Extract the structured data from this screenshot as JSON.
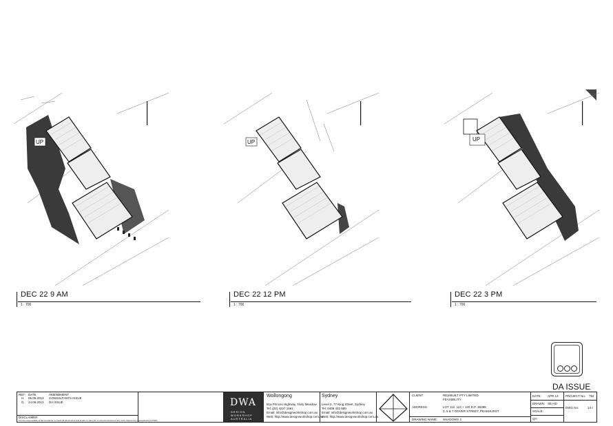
{
  "views": [
    {
      "title": "DEC 22 9 AM",
      "scale": "1 : 700",
      "up_label": "UP"
    },
    {
      "title": "DEC 22 12 PM",
      "scale": "1 : 700",
      "up_label": "UP"
    },
    {
      "title": "DEC 22 3 PM",
      "scale": "1 : 700",
      "up_label": "UP"
    }
  ],
  "status": "DA ISSUE",
  "revisions": {
    "headers": [
      "REF:",
      "DATE",
      "AMENDMENT"
    ],
    "rows": [
      [
        "H.",
        "06.06.2013",
        "CONSULTANTS ISSUE"
      ],
      [
        "G.",
        "14.06.2013",
        "DA ISSUE"
      ]
    ],
    "disclaimer_title": "DISCLAIMER",
    "disclaimer_text": "It is the responsibility of the contractor to check all dimensions and levels on site prior to commencement of any work. Report any discrepancies to DWA."
  },
  "firm": {
    "logo_text": "DWA",
    "logo_subtext": "DESIGN WORKSHOP AUSTRALIA",
    "wollongong": {
      "city": "Wollongong",
      "lines": [
        "81a Princes Highway, Fairy Meadow",
        "Tel: (02) 4227 1661",
        "Email: info@designworkshop.com.au",
        "Web: http://www.designworkshop.com.au"
      ]
    },
    "sydney": {
      "city": "Sydney",
      "lines": [
        "Level 2, 77 King Street, Sydney",
        "Tel: 0408 432 580",
        "Email: info@designworkshop.com.au",
        "Web: http://www.designworkshop.com.au"
      ]
    }
  },
  "project": {
    "client_label": "CLIENT:",
    "client_value": "RESIBUILT PTY LIMITED",
    "client_sub": "FEASIBILITY",
    "address_label": "ADDRESS:",
    "address_value": "LOT 112, 113 + 120 D.P. 36388",
    "address_sub": "3, 5 & 7 GOVER STREET, PEAKHURST",
    "drawing_label": "DRAWING NAME:",
    "drawing_value": "SHADOWS 2",
    "date_label": "DATE:",
    "date_value": "APR 13",
    "project_no_label": "PROJECT No:",
    "project_no_value": "752",
    "drawn_label": "DRAWN:",
    "drawn_value": "SE,HD",
    "scale_label": "SCALE:",
    "dwg_label": "DWG No:",
    "dwg_value": "14-I",
    "qa_label": "QA:"
  }
}
